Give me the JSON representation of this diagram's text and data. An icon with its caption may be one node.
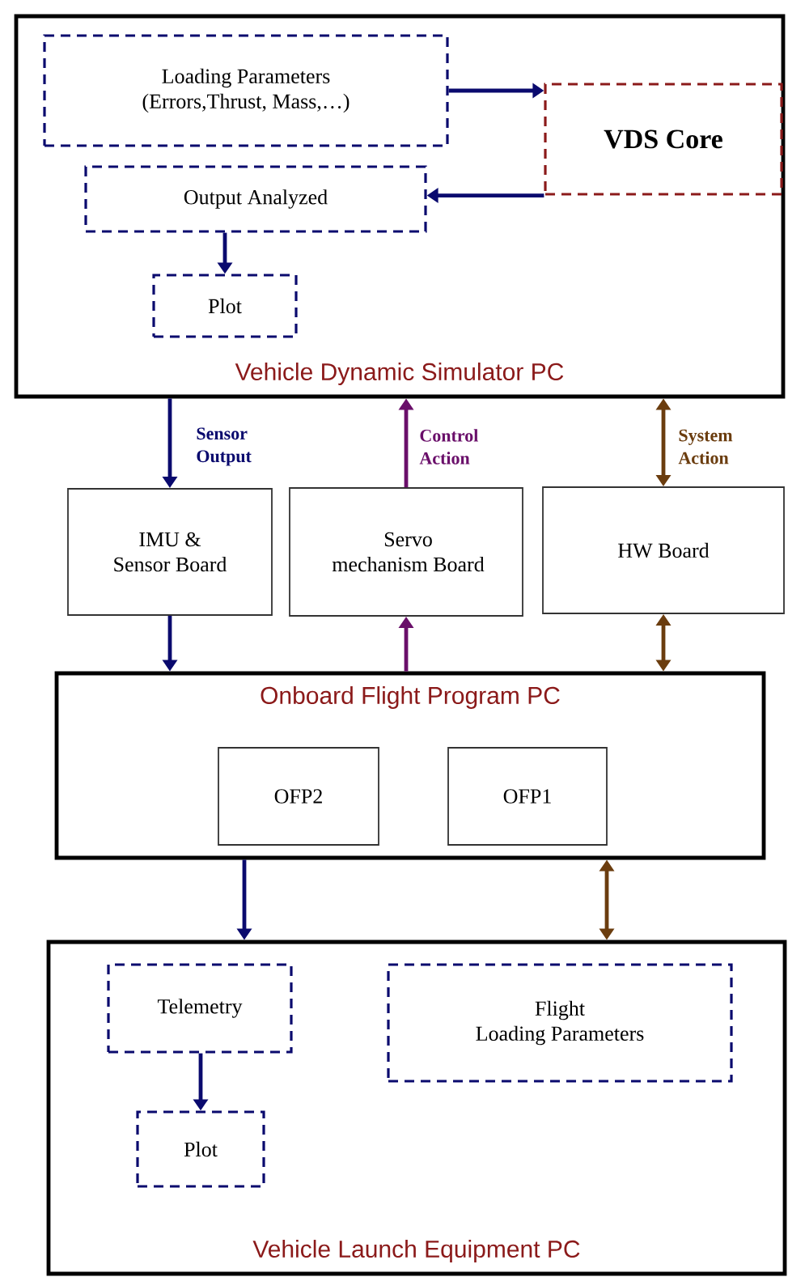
{
  "diagram": {
    "nodes": [
      {
        "text": [
          "Vehicle Dynamic Simulator PC"
        ]
      },
      {
        "text": [
          "Loading Parameters (Errors,Thrust, Mass,…)"
        ],
        "in": 0
      },
      {
        "text": [
          "VDS Core"
        ],
        "in": 0
      },
      {
        "text": [
          "Output Analyzed"
        ],
        "in": 0
      },
      {
        "text": [
          "Plot"
        ],
        "in": 0
      },
      {
        "text": [
          "IMU & Sensor Board"
        ]
      },
      {
        "text": [
          "Servo mechanism Board"
        ]
      },
      {
        "text": [
          "HW Board"
        ]
      },
      {
        "text": [
          "Onboard Flight Program PC"
        ]
      },
      {
        "text": [
          "OFP2"
        ],
        "in": 8
      },
      {
        "text": [
          "OFP1"
        ],
        "in": 8
      },
      {
        "text": [
          "Vehicle Launch Equipment PC"
        ]
      },
      {
        "text": [
          "Telemetry"
        ],
        "in": 11
      },
      {
        "text": [
          "Flight Loading Parameters"
        ],
        "in": 11
      },
      {
        "text": [
          "Plot"
        ],
        "in": 11
      }
    ],
    "edges": [
      {
        "from": 1,
        "to": 2,
        "arrow": "to"
      },
      {
        "from": 2,
        "to": 3,
        "arrow": "to"
      },
      {
        "from": 3,
        "to": 4,
        "arrow": "to"
      },
      {
        "from": 0,
        "to": 5,
        "arrow": "to",
        "label": "Sensor Output"
      },
      {
        "from": 6,
        "to": 0,
        "arrow": "to",
        "label": "Control Action",
        "color": "#6a0f6a"
      },
      {
        "from": 7,
        "to": 0,
        "arrow": "both",
        "label": "System Action",
        "color": "#6b3d0f"
      },
      {
        "from": 5,
        "to": 8,
        "arrow": "to"
      },
      {
        "from": 8,
        "to": 6,
        "arrow": "to",
        "color": "#6a0f6a"
      },
      {
        "from": 7,
        "to": 8,
        "arrow": "both",
        "color": "#6b3d0f"
      },
      {
        "from": 8,
        "to": 11,
        "arrow": "to"
      },
      {
        "from": 8,
        "to": 11,
        "arrow": "both",
        "color": "#6b3d0f"
      },
      {
        "from": 12,
        "to": 14,
        "arrow": "to"
      }
    ]
  }
}
